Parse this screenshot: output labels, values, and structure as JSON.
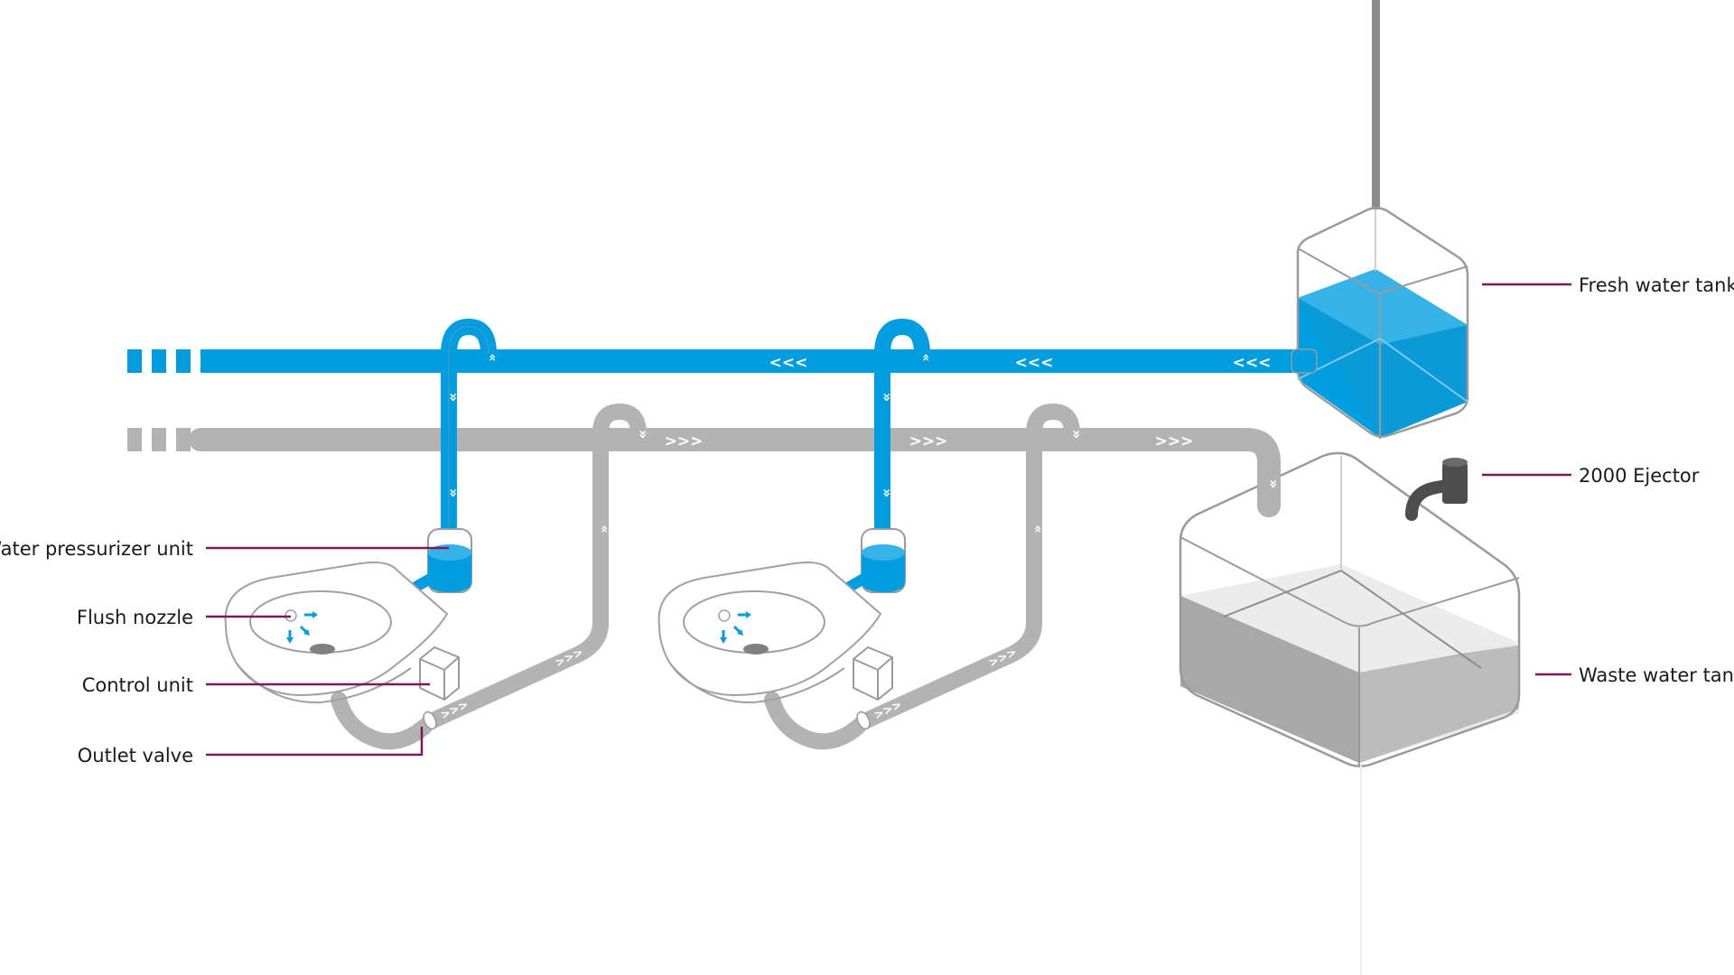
{
  "labels": {
    "fresh_water_tank": "Fresh water tank",
    "ejector": "2000 Ejector",
    "waste_water_tank": "Waste water tank",
    "water_pressurizer_unit": "Water pressurizer unit",
    "flush_nozzle": "Flush nozzle",
    "control_unit": "Control unit",
    "outlet_valve": "Outlet valve"
  },
  "flow_marks": {
    "left": "<<<",
    "right": ">>>",
    "down": "»",
    "up": "«"
  },
  "colors": {
    "fresh_water": "#009ee0",
    "fresh_water_light": "#35b2e8",
    "waste_pipe": "#b3b3b3",
    "waste_fill": "#a8a8a8",
    "waste_fill_light": "#e6e6e6",
    "outline": "#8a8a8a",
    "leader_line": "#7a1b5e",
    "ejector": "#4d4d4d"
  }
}
